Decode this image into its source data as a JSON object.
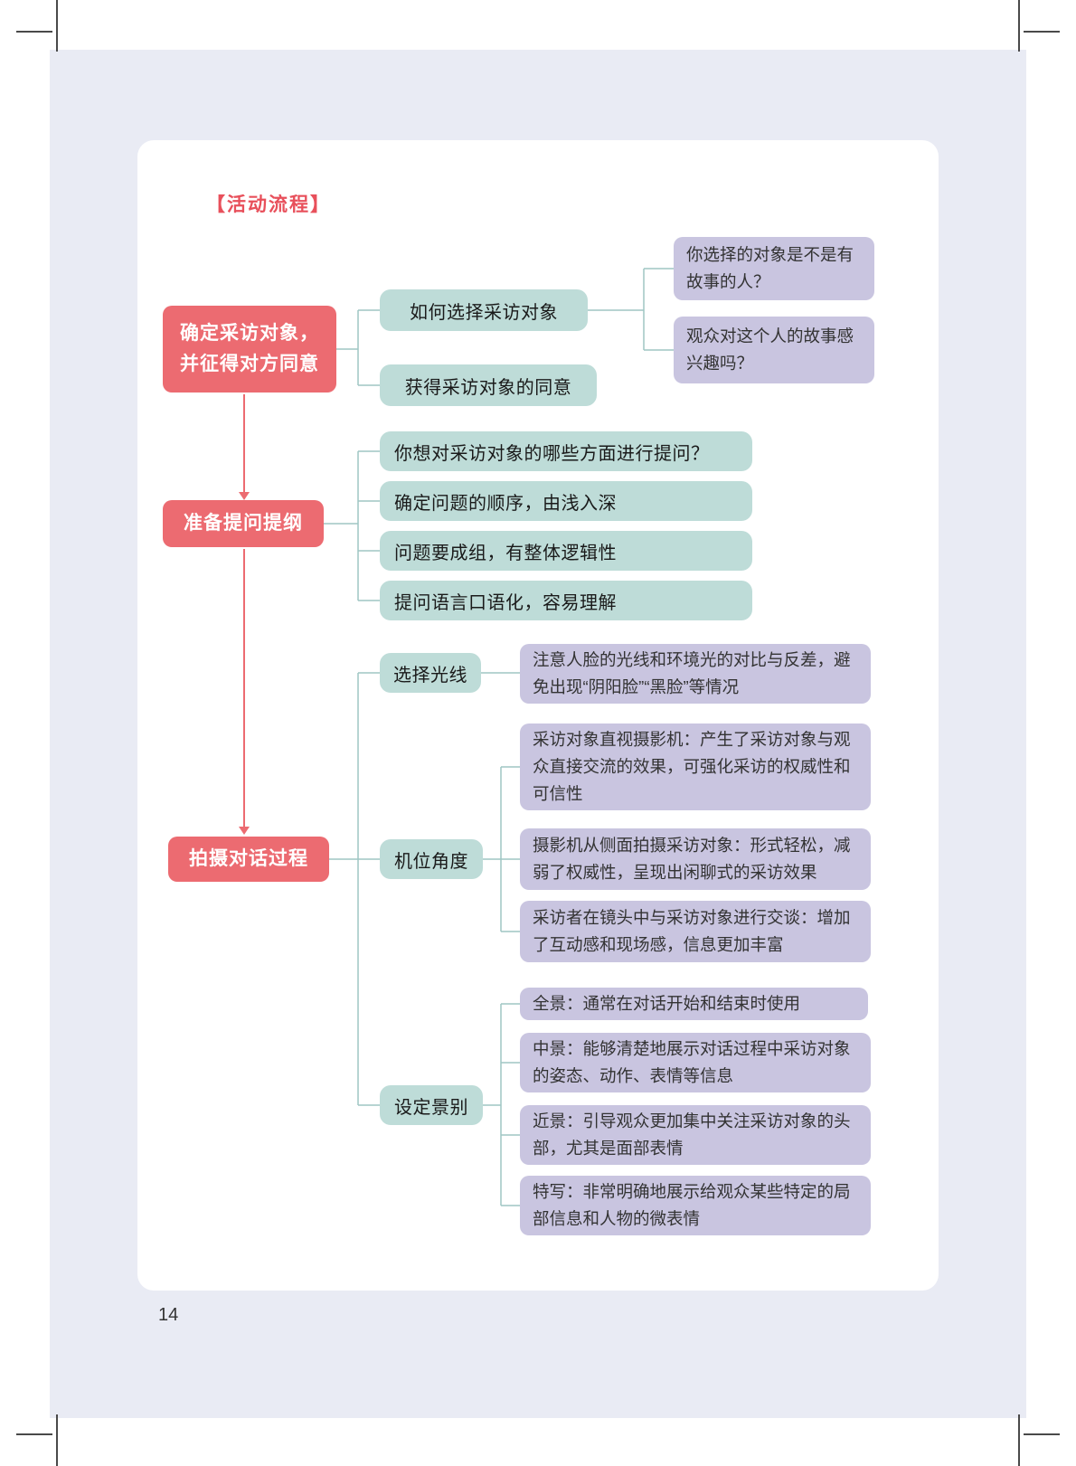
{
  "page": {
    "title": "【活动流程】",
    "page_number": "14"
  },
  "colors": {
    "stage_node": "#ec6b71",
    "branch_node": "#bedcd8",
    "leaf_node": "#c9c5e0",
    "title_red": "#e8505b",
    "connector": "#9fc6c4",
    "canvas": "#e9ebf4"
  },
  "flow": {
    "stage1": {
      "lines": [
        "确定采访对象，",
        "并征得对方同意"
      ],
      "branches": [
        {
          "label": "如何选择采访对象",
          "leaves": [
            "你选择的对象是不是有故事的人？",
            "观众对这个人的故事感兴趣吗？"
          ]
        },
        {
          "label": "获得采访对象的同意",
          "leaves": []
        }
      ]
    },
    "stage2": {
      "label": "准备提问提纲",
      "branches": [
        {
          "label": "你想对采访对象的哪些方面进行提问？"
        },
        {
          "label": "确定问题的顺序，由浅入深"
        },
        {
          "label": "问题要成组，有整体逻辑性"
        },
        {
          "label": "提问语言口语化，容易理解"
        }
      ]
    },
    "stage3": {
      "label": "拍摄对话过程",
      "branches": [
        {
          "label": "选择光线",
          "leaves": [
            "注意人脸的光线和环境光的对比与反差，避免出现“阴阳脸”“黑脸”等情况"
          ]
        },
        {
          "label": "机位角度",
          "leaves": [
            "采访对象直视摄影机：产生了采访对象与观众直接交流的效果，可强化采访的权威性和可信性",
            "摄影机从侧面拍摄采访对象：形式轻松，减弱了权威性，呈现出闲聊式的采访效果",
            "采访者在镜头中与采访对象进行交谈：增加了互动感和现场感，信息更加丰富"
          ]
        },
        {
          "label": "设定景别",
          "leaves": [
            "全景：通常在对话开始和结束时使用",
            "中景：能够清楚地展示对话过程中采访对象的姿态、动作、表情等信息",
            "近景：引导观众更加集中关注采访对象的头部，尤其是面部表情",
            "特写：非常明确地展示给观众某些特定的局部信息和人物的微表情"
          ]
        }
      ]
    }
  }
}
